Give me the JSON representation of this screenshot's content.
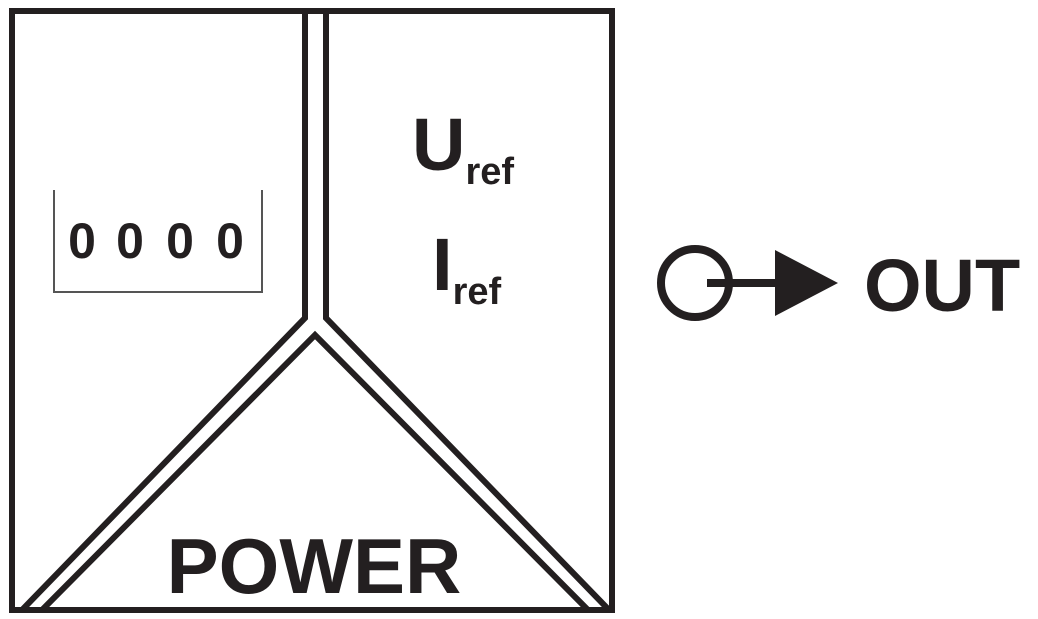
{
  "display": {
    "digits": [
      "0",
      "0",
      "0",
      "0"
    ]
  },
  "references": {
    "voltage": {
      "symbol": "U",
      "subscript": "ref"
    },
    "current": {
      "symbol": "I",
      "subscript": "ref"
    }
  },
  "power_label": "POWER",
  "output": {
    "icon": "output-jack-arrow-icon",
    "label": "OUT"
  },
  "colors": {
    "stroke": "#231f20",
    "display_bracket": "#555555",
    "background": "#ffffff"
  }
}
